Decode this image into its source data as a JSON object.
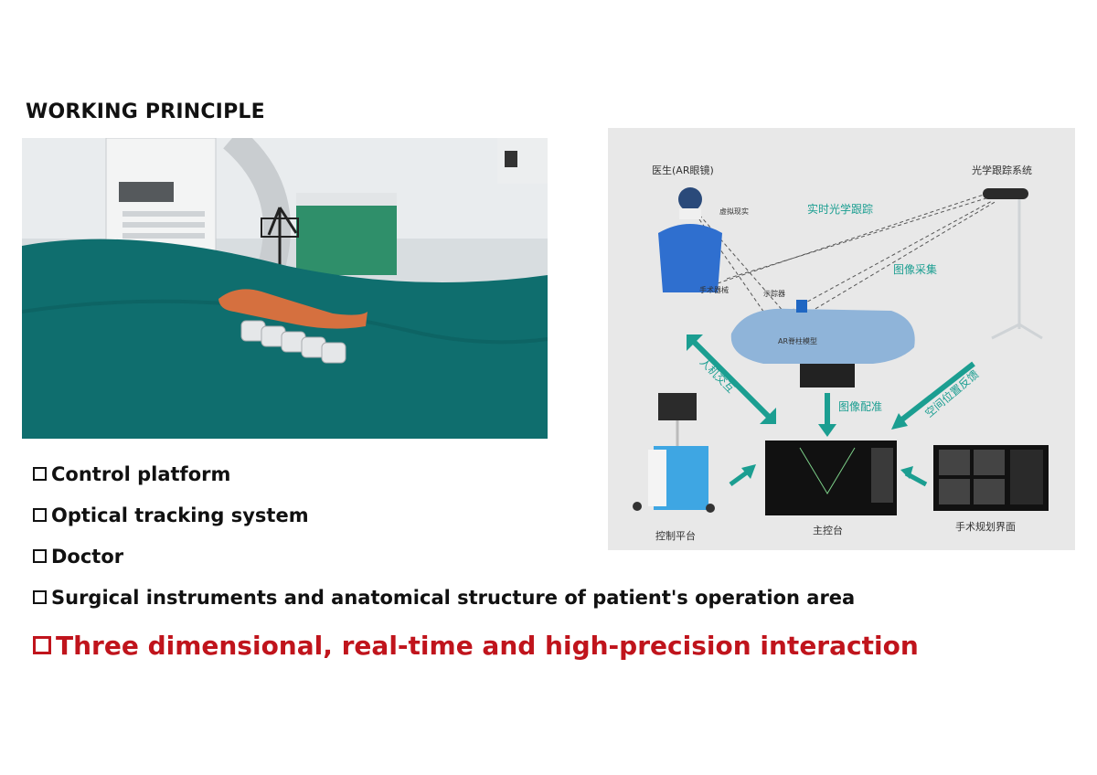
{
  "heading": "WORKING PRINCIPLE",
  "diagram": {
    "doctor_label": "医生(AR眼镜)",
    "tracking_system_label": "光学跟踪系统",
    "virtual_reality_label": "虚拟现实",
    "realtime_tracking_label": "实时光学跟踪",
    "image_acquisition_label": "图像采集",
    "instrument_label": "手术器械",
    "tracer_label": "示踪器",
    "spine_model_label": "AR脊柱模型",
    "hci_label": "人机交互",
    "image_registration_label": "图像配准",
    "spatial_feedback_label": "空间位置反馈",
    "control_platform_label": "控制平台",
    "main_console_label": "主控台",
    "planning_ui_label": "手术规划界面"
  },
  "bullets": [
    "Control platform",
    "Optical tracking system",
    "Doctor",
    "Surgical instruments and anatomical structure of patient's operation area"
  ],
  "highlight": "Three dimensional, real-time and high-precision interaction",
  "colors": {
    "highlight": "#c0141c",
    "teal": "#1b9e91",
    "drape": "#0f6e6e"
  }
}
